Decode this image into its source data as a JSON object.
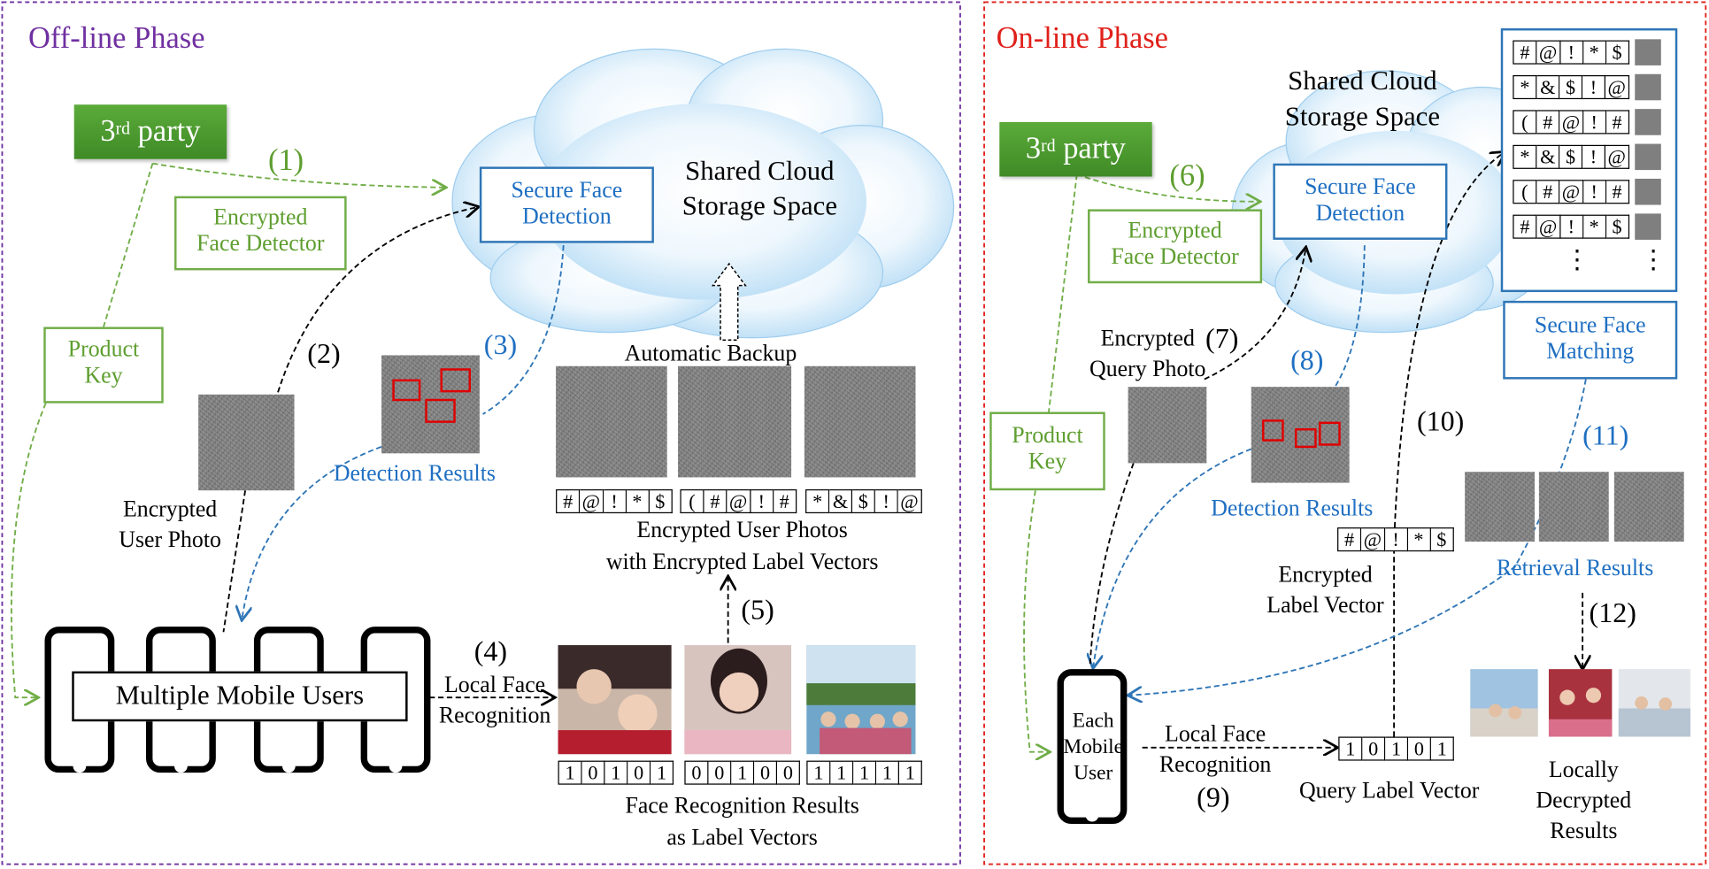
{
  "offline": {
    "phase_title": "Off-line Phase",
    "third_party_main": "3",
    "third_party_sup": "rd",
    "third_party_rest": " party",
    "step1": "(1)",
    "encrypted_face_detector": [
      "Encrypted",
      "Face Detector"
    ],
    "product_key": [
      "Product",
      "Key"
    ],
    "secure_face_detection": [
      "Secure Face",
      "Detection"
    ],
    "shared_cloud": [
      "Shared Cloud",
      "Storage Space"
    ],
    "step2": "(2)",
    "step3": "(3)",
    "detection_results": "Detection Results",
    "automatic_backup": "Automatic Backup",
    "encrypted_user_photo": [
      "Encrypted",
      "User Photo"
    ],
    "label_codes": [
      [
        "#",
        "@",
        "!",
        "*",
        "$"
      ],
      [
        "(",
        "#",
        "@",
        "!",
        "#"
      ],
      [
        "*",
        "&",
        "$",
        "!",
        "@"
      ]
    ],
    "encrypted_photos_caption": [
      "Encrypted User Photos",
      "with Encrypted Label Vectors"
    ],
    "step4": "(4)",
    "step5": "(5)",
    "local_face_recognition": [
      "Local Face",
      "Recognition"
    ],
    "multiple_mobile_users": "Multiple Mobile Users",
    "label_vectors": [
      [
        "1",
        "0",
        "1",
        "0",
        "1"
      ],
      [
        "0",
        "0",
        "1",
        "0",
        "0"
      ],
      [
        "1",
        "1",
        "1",
        "1",
        "1"
      ]
    ],
    "face_results_caption": [
      "Face Recognition Results",
      "as Label Vectors"
    ]
  },
  "online": {
    "phase_title": "On-line Phase",
    "shared_cloud": [
      "Shared Cloud",
      "Storage Space"
    ],
    "third_party_main": "3",
    "third_party_sup": "rd",
    "third_party_rest": " party",
    "step6": "(6)",
    "encrypted_face_detector": [
      "Encrypted",
      "Face Detector"
    ],
    "secure_face_detection": [
      "Secure Face",
      "Detection"
    ],
    "secure_face_matching": [
      "Secure Face",
      "Matching"
    ],
    "product_key": [
      "Product",
      "Key"
    ],
    "encrypted_query_photo": [
      "Encrypted",
      "Query Photo"
    ],
    "step7": "(7)",
    "step8": "(8)",
    "step10": "(10)",
    "step11": "(11)",
    "step12": "(12)",
    "step9": "(9)",
    "detection_results": "Detection Results",
    "retrieval_results": "Retrieval Results",
    "encrypted_label_code": [
      "#",
      "@",
      "!",
      "*",
      "$"
    ],
    "encrypted_label_vector": [
      "Encrypted",
      "Label Vector"
    ],
    "db_codes": [
      [
        "#",
        "@",
        "!",
        "*",
        "$"
      ],
      [
        "*",
        "&",
        "$",
        "!",
        "@"
      ],
      [
        "(",
        "#",
        "@",
        "!",
        "#"
      ],
      [
        "*",
        "&",
        "$",
        "!",
        "@"
      ],
      [
        "(",
        "#",
        "@",
        "!",
        "#"
      ],
      [
        "#",
        "@",
        "!",
        "*",
        "$"
      ]
    ],
    "db_ellipsis": "⋮",
    "each_mobile_user": [
      "Each",
      "Mobile",
      "User"
    ],
    "local_face_recognition": [
      "Local Face",
      "Recognition"
    ],
    "query_label_bits": [
      "1",
      "0",
      "1",
      "0",
      "1"
    ],
    "query_label_vector": "Query Label Vector",
    "locally_decrypted": [
      "Locally",
      "Decrypted",
      "Results"
    ]
  },
  "colors": {
    "offline_border": "#7030a0",
    "online_border": "#e0201a",
    "green": "#70ad47",
    "blue": "#2e75b6"
  }
}
